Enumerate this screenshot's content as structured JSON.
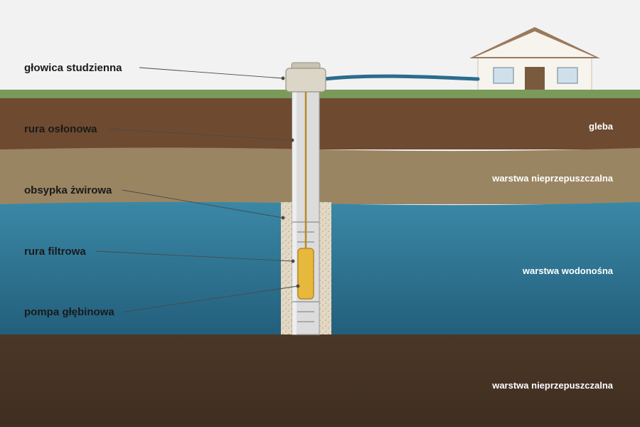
{
  "parts": {
    "wellhead": "głowica studzienna",
    "casing": "rura osłonowa",
    "gravel": "obsypka żwirowa",
    "filter": "rura filtrowa",
    "pump": "pompa głębinowa"
  },
  "layers": {
    "soil": "gleba",
    "impermeable_upper": "warstwa nieprzepuszczalna",
    "aquifer": "warstwa wodonośna",
    "impermeable_lower": "warstwa nieprzepuszczalna"
  },
  "colors": {
    "sky": "#f2f2f2",
    "grass": "#7a9a5a",
    "soil": "#6e4a30",
    "impermeable_upper": "#9a8563",
    "aquifer": "#2e7592",
    "impermeable_lower": "#4f3a2a",
    "pipe": "#2b6c8c",
    "pump": "#e6b83c"
  },
  "icons": {
    "house": "house-icon",
    "wellhead": "wellhead-icon",
    "pump": "pump-icon"
  }
}
